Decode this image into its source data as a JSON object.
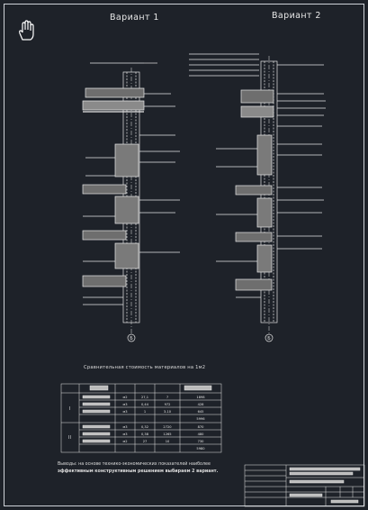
{
  "viewer": {
    "tool_icon": "hand-pan-icon"
  },
  "drawing": {
    "variant_1_label": "Вариант 1",
    "variant_2_label": "Вариант 2",
    "axis_marker_1": "Б",
    "axis_marker_2": "Б",
    "table_title": "Сравнительная стоимость материалов на 1м2",
    "table": {
      "group_1": "I",
      "group_2": "II",
      "rows": [
        [
          "м2",
          "27,1",
          "7",
          "1898"
        ],
        [
          "м3",
          "0,44",
          "972",
          "428"
        ],
        [
          "м3",
          "1",
          "3-10",
          "645"
        ],
        [
          "",
          "",
          "",
          "5996"
        ],
        [
          "м3",
          "0,32",
          "2720",
          "870"
        ],
        [
          "м3",
          "0,38",
          "1265",
          "480"
        ],
        [
          "м2",
          "27",
          "10",
          "730"
        ],
        [
          "",
          "",
          "",
          "5980"
        ]
      ]
    },
    "conclusion_line_1": "Выводы: на основе технико-экономических показателей наиболее",
    "conclusion_line_2": "эффективным конструктивным решением выбираем 2 вариант."
  },
  "colors": {
    "background": "#1e2229",
    "lines": "#e6e6e6"
  }
}
